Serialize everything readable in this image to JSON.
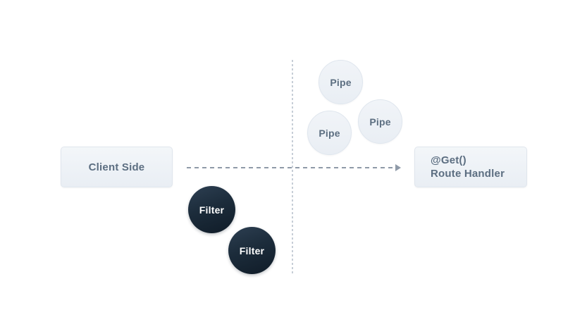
{
  "diagram": {
    "nodes": {
      "client": {
        "label": "Client Side"
      },
      "route_handler": {
        "lines": [
          "@Get()",
          "Route Handler"
        ]
      },
      "pipes": [
        {
          "label": "Pipe"
        },
        {
          "label": "Pipe"
        },
        {
          "label": "Pipe"
        }
      ],
      "filters": [
        {
          "label": "Filter"
        },
        {
          "label": "Filter"
        }
      ]
    },
    "colors": {
      "background": "#ffffff",
      "node_fill": "#eef2f7",
      "node_border": "#e0e6ed",
      "node_text": "#5c6e81",
      "filter_fill_top": "#2d3f52",
      "filter_fill_bottom": "#101c28",
      "filter_text": "#ffffff",
      "arrow": "#8f9aa8",
      "boundary_line": "#c7ced7"
    }
  }
}
